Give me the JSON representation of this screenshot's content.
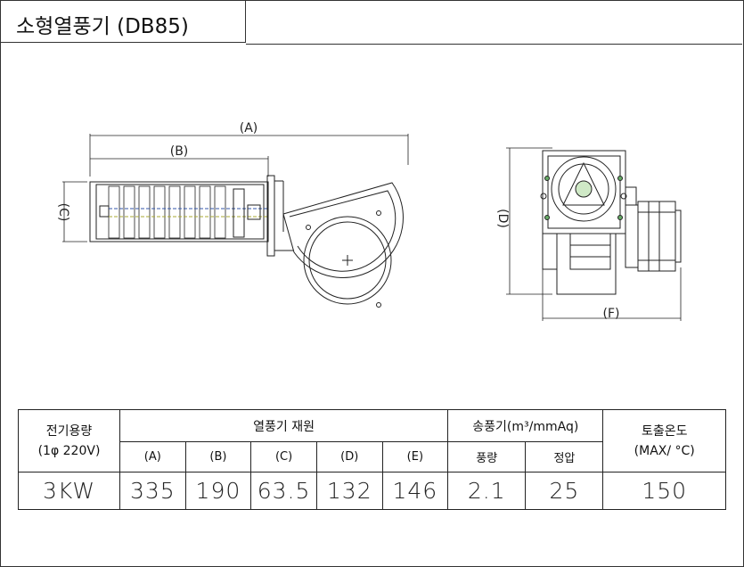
{
  "title": "소형열풍기 (DB85)",
  "drawing": {
    "front_dims": {
      "a": "(A)",
      "b": "(B)",
      "c": "(C)"
    },
    "side_dims": {
      "d": "(D)",
      "f": "(F)"
    }
  },
  "table": {
    "power_label_1": "전기용량",
    "power_label_2": "(1φ 220V)",
    "specs_header": "열풍기 재원",
    "blower_header": "송풍기(m³/mmAq)",
    "outlet_temp_1": "토출온도",
    "outlet_temp_2": "(MAX/ °C)",
    "sub_headers": [
      "(A)",
      "(B)",
      "(C)",
      "(D)",
      "(E)"
    ],
    "blower_sub": [
      "풍량",
      "정압"
    ],
    "values": {
      "power": "3KW",
      "dims": [
        "335",
        "190",
        "63.5",
        "132",
        "146"
      ],
      "airflow": "2.1",
      "pressure": "25",
      "temp": "150"
    }
  }
}
